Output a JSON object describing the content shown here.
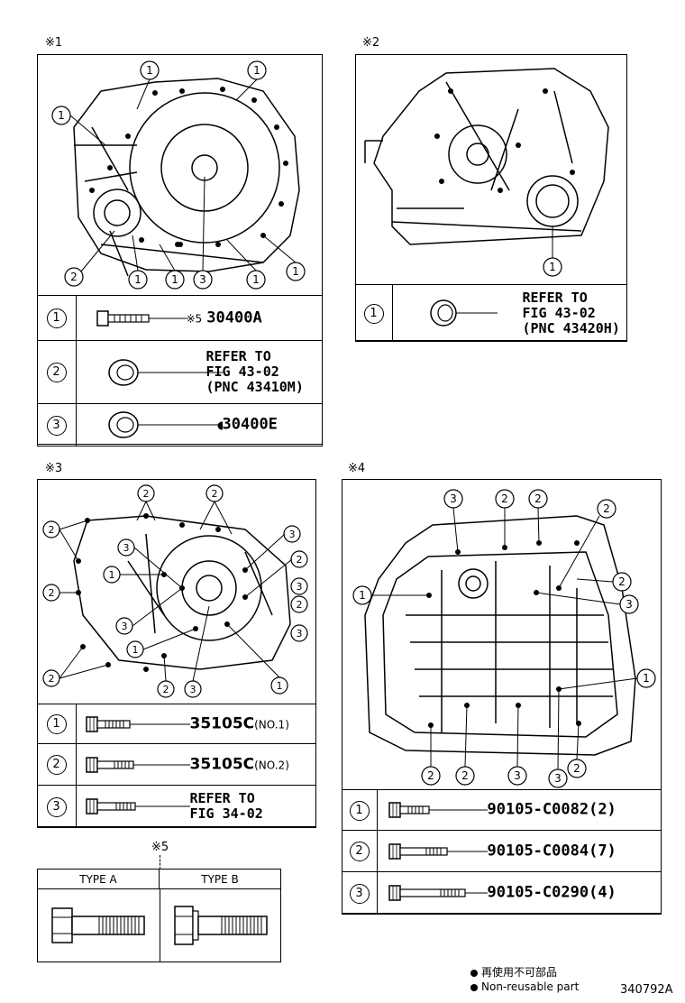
{
  "refs": {
    "r1": "※1",
    "r2": "※2",
    "r3": "※3",
    "r4": "※4",
    "r5": "※5"
  },
  "p1": {
    "callouts": [
      "1",
      "2",
      "3"
    ],
    "rows": [
      {
        "num": "1",
        "note": "※5",
        "part": "30400A"
      },
      {
        "num": "2",
        "refer": [
          "REFER TO",
          "FIG 43-02",
          "(PNC 43410M)"
        ]
      },
      {
        "num": "3",
        "part": "30400E"
      }
    ]
  },
  "p2": {
    "rows": [
      {
        "num": "1",
        "refer": [
          "REFER TO",
          "FIG 43-02",
          "(PNC 43420H)"
        ]
      }
    ]
  },
  "p3": {
    "rows": [
      {
        "num": "1",
        "part": "35105C",
        "suffix": "(NO.1)"
      },
      {
        "num": "2",
        "part": "35105C",
        "suffix": "(NO.2)"
      },
      {
        "num": "3",
        "refer": [
          "REFER TO",
          "FIG 34-02"
        ]
      }
    ]
  },
  "p4": {
    "rows": [
      {
        "num": "1",
        "part": "90105-C0082(2)"
      },
      {
        "num": "2",
        "part": "90105-C0084(7)"
      },
      {
        "num": "3",
        "part": "90105-C0290(4)"
      }
    ]
  },
  "p5": {
    "type_a": "TYPE A",
    "type_b": "TYPE B"
  },
  "notes": {
    "jp": "再使用不可部品",
    "en": "Non-reusable part"
  },
  "figure_code": "340792A"
}
